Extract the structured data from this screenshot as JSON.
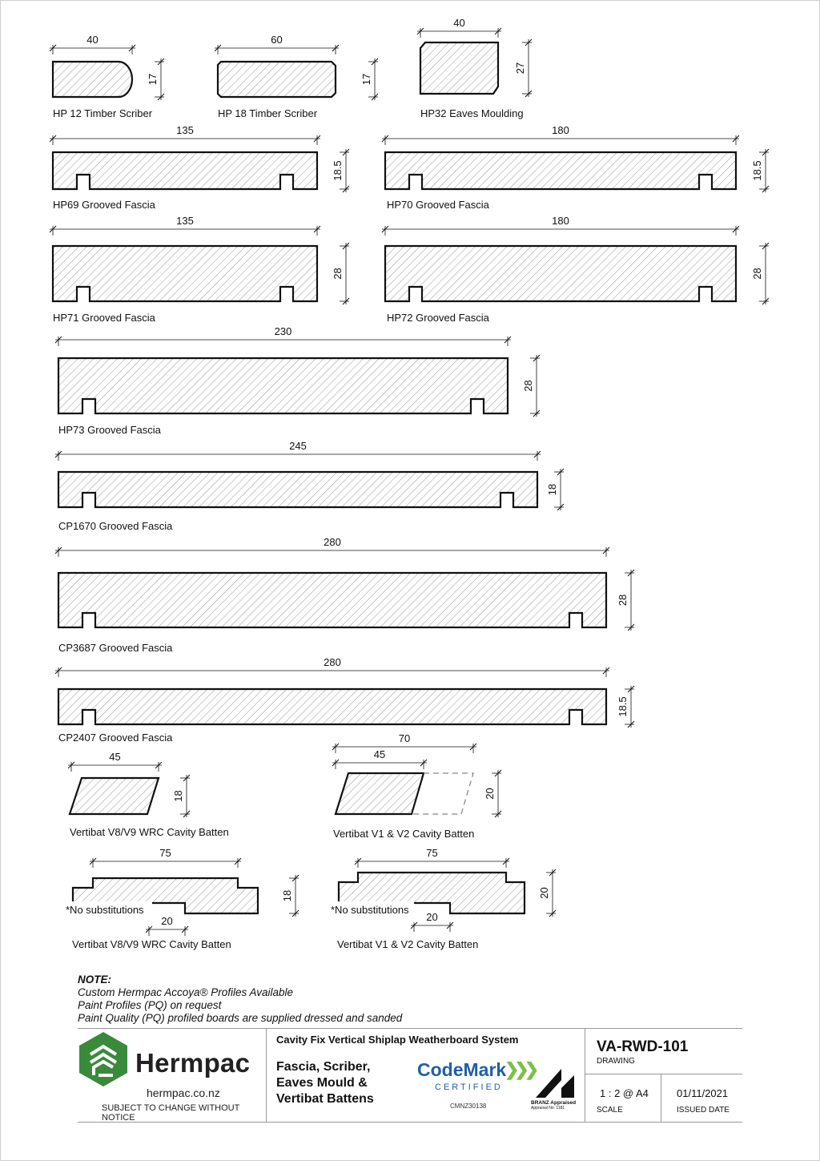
{
  "profiles": [
    {
      "name": "HP 12 Timber Scriber",
      "width": "40",
      "height": "17"
    },
    {
      "name": "HP 18 Timber Scriber",
      "width": "60",
      "height": "17"
    },
    {
      "name": "HP32 Eaves Moulding",
      "width": "40",
      "height": "27"
    },
    {
      "name": "HP69 Grooved Fascia",
      "width": "135",
      "height": "18.5"
    },
    {
      "name": "HP70 Grooved Fascia",
      "width": "180",
      "height": "18.5"
    },
    {
      "name": "HP71 Grooved Fascia",
      "width": "135",
      "height": "28"
    },
    {
      "name": "HP72 Grooved Fascia",
      "width": "180",
      "height": "28"
    },
    {
      "name": "HP73 Grooved Fascia",
      "width": "230",
      "height": "28"
    },
    {
      "name": "CP1670 Grooved Fascia",
      "width": "245",
      "height": "18"
    },
    {
      "name": "CP3687 Grooved Fascia",
      "width": "280",
      "height": "28"
    },
    {
      "name": "CP2407 Grooved Fascia",
      "width": "280",
      "height": "18.5"
    },
    {
      "name": "Vertibat V8/V9 WRC Cavity Batten",
      "width": "45",
      "height": "18"
    },
    {
      "name": "Vertibat V1 & V2 Cavity Batten",
      "width": "45",
      "overall": "70",
      "height": "20"
    },
    {
      "name": "Vertibat V8/V9 WRC Cavity Batten",
      "width": "75",
      "step": "20",
      "height": "18",
      "note": "*No substitutions"
    },
    {
      "name": "Vertibat V1 & V2 Cavity Batten",
      "width": "75",
      "step": "20",
      "height": "20",
      "note": "*No substitutions"
    }
  ],
  "note": {
    "title": "NOTE:",
    "lines": [
      "Custom Hermpac Accoya® Profiles Available",
      "Paint Profiles (PQ) on request",
      "Paint Quality (PQ) profiled boards are supplied dressed and sanded"
    ]
  },
  "titleblock": {
    "brand": "Hermpac",
    "website": "hermpac.co.nz",
    "disclaimer": "SUBJECT TO CHANGE WITHOUT NOTICE",
    "system": "Cavity Fix Vertical Shiplap Weatherboard System",
    "title": "Fascia, Scriber, Eaves Mould & Vertibat Battens",
    "codemark": "CodeMark",
    "codemark_sub": "CERTIFIED",
    "codemark_no": "CMNZ30138",
    "branz_line1": "BRANZ Appraised",
    "branz_line2": "Appraisal No. 1181",
    "drawing_no": "VA-RWD-101",
    "drawing_label": "DRAWING",
    "scale": "1 : 2 @ A4",
    "scale_label": "SCALE",
    "date": "01/11/2021",
    "date_label": "ISSUED DATE"
  },
  "colors": {
    "line": "#111111",
    "hatch": "#8a8a8a",
    "brand_green": "#3a8a3c",
    "codemark_blue": "#1f5fa8",
    "codemark_green": "#7cc04a"
  }
}
